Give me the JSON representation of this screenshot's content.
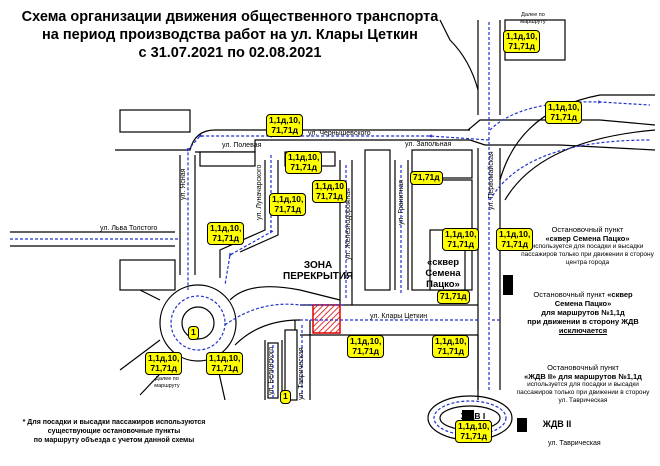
{
  "title": {
    "line1": "Схема организации движения общественного транспорта",
    "line2": "на период производства работ на ул. Клары Цеткин",
    "line3": "с 31.07.2021 по 02.08.2021"
  },
  "routes": {
    "r1": "1,1д,10,",
    "r2": "71,71д",
    "r3": "1,1д,10",
    "r4": "1"
  },
  "streets": {
    "polevaya": "ул. Полевая",
    "chernyshevsky": "ул. Чернышевского",
    "zapolnaya": "ул. Запольная",
    "yasnaya": "ул. Ясная",
    "lva_tolstogo": "ул. Льва Толстого",
    "lunacharsky": "ул. Луначарского",
    "zheleznodorozhnaya": "ул. Железнодорожная",
    "granitnaya": "ул. Гранитная",
    "pervomayskaya": "ул. Первомайская",
    "klary_tsetkin": "ул. Клары Цеткин",
    "belinsky": "ул. Белинского",
    "tavricheskaya": "ул. Таврическая",
    "tavricheskaya_bottom": "ул. Таврическая"
  },
  "direction": {
    "further_on_route": "Далее по маршруту"
  },
  "zone": {
    "line1": "ЗОНА",
    "line2": "ПЕРЕКРЫТИЯ"
  },
  "square": {
    "line1": "«сквер",
    "line2": "Семена",
    "line3": "Пацко»"
  },
  "stations": {
    "zhdv1": "ЖДВ I",
    "zhdv2": "ЖДВ II"
  },
  "notes": {
    "sqver1_title": "Остановочный пункт",
    "sqver1_name": "«сквер Семена Пацко»",
    "sqver1_text": "используется для посадки и высадки пассажиров только при движении в сторону центра города",
    "sqver2_title": "Остановочный пункт",
    "sqver2_name_a": "«сквер",
    "sqver2_name_b": "Семена Пацко»",
    "sqver2_line1": "для маршрутов №1,1д",
    "sqver2_line2": "при движении в сторону ЖДВ",
    "sqver2_excluded": "исключается",
    "zhdv_title": "Остановочный пункт",
    "zhdv_name": "«ЖДВ II» для маршрутов №1,1д",
    "zhdv_text": "используется для посадки и высадки пассажиров только при движении в сторону ул. Таврическая"
  },
  "footnote": {
    "mark": "*",
    "line1": "Для посадки и высадки пассажиров используются",
    "line2": "существующие остановочные пункты",
    "line3": "по маршруту объезда с учетом данной схемы"
  }
}
